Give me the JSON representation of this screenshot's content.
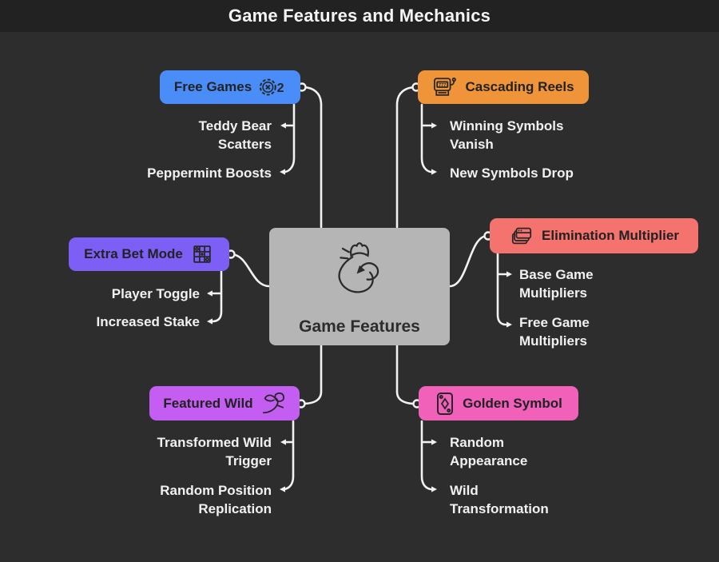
{
  "title": "Game Features and Mechanics",
  "colors": {
    "background": "#2d2d2d",
    "header": "#222222",
    "connector": "#f2f2f2",
    "node_text": "#222222",
    "child_text": "#f1f1f1",
    "center": "#b5b5b5",
    "free_games": "#4a8df8",
    "cascading_reels": "#f0943a",
    "extra_bet_mode": "#7d5ff5",
    "elimination_multiplier": "#f5736e",
    "featured_wild": "#c45ef2",
    "golden_symbol": "#f160b9"
  },
  "center": {
    "label": "Game Features",
    "icon": "money-bag-refund-icon"
  },
  "branches": {
    "free_games": {
      "label": "Free Games",
      "icon": "casino-chip-x2-icon",
      "children": [
        {
          "lines": [
            "Teddy Bear",
            "Scatters"
          ]
        },
        {
          "lines": [
            "Peppermint Boosts"
          ]
        }
      ]
    },
    "cascading_reels": {
      "label": "Cascading Reels",
      "icon": "slot-machine-icon",
      "children": [
        {
          "lines": [
            "Winning Symbols",
            "Vanish"
          ]
        },
        {
          "lines": [
            "New Symbols Drop"
          ]
        }
      ]
    },
    "extra_bet_mode": {
      "label": "Extra Bet Mode",
      "icon": "grid-tictactoe-icon",
      "children": [
        {
          "lines": [
            "Player Toggle"
          ]
        },
        {
          "lines": [
            "Increased Stake"
          ]
        }
      ]
    },
    "elimination_multiplier": {
      "label": "Elimination Multiplier",
      "icon": "stacked-cards-icon",
      "children": [
        {
          "lines": [
            "Base Game",
            "Multipliers"
          ]
        },
        {
          "lines": [
            "Free Game",
            "Multipliers"
          ]
        }
      ]
    },
    "featured_wild": {
      "label": "Featured Wild",
      "icon": "hummingbird-icon",
      "children": [
        {
          "lines": [
            "Transformed Wild",
            "Trigger"
          ]
        },
        {
          "lines": [
            "Random Position",
            "Replication"
          ]
        }
      ]
    },
    "golden_symbol": {
      "label": "Golden Symbol",
      "icon": "playing-card-icon",
      "children": [
        {
          "lines": [
            "Random",
            "Appearance"
          ]
        },
        {
          "lines": [
            "Wild",
            "Transformation"
          ]
        }
      ]
    }
  }
}
